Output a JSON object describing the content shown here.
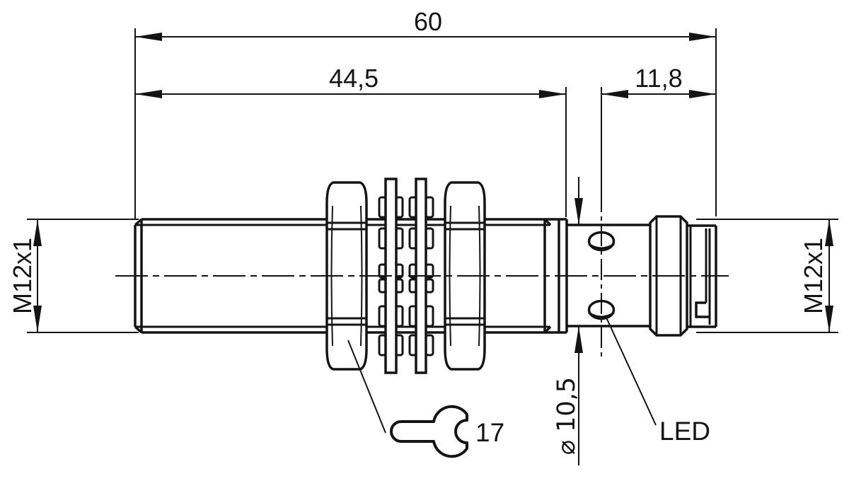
{
  "drawing": {
    "colors": {
      "ink": "#141414",
      "background": "#ffffff"
    },
    "dimensions": {
      "overall_length": "60",
      "thread_length": "44,5",
      "rear_length": "11,8",
      "front_thread": "M12x1",
      "connector_thread": "M12x1",
      "rear_diameter": "⌀ 10,5"
    },
    "callouts": {
      "wrench_size": "17",
      "led": "LED"
    }
  }
}
